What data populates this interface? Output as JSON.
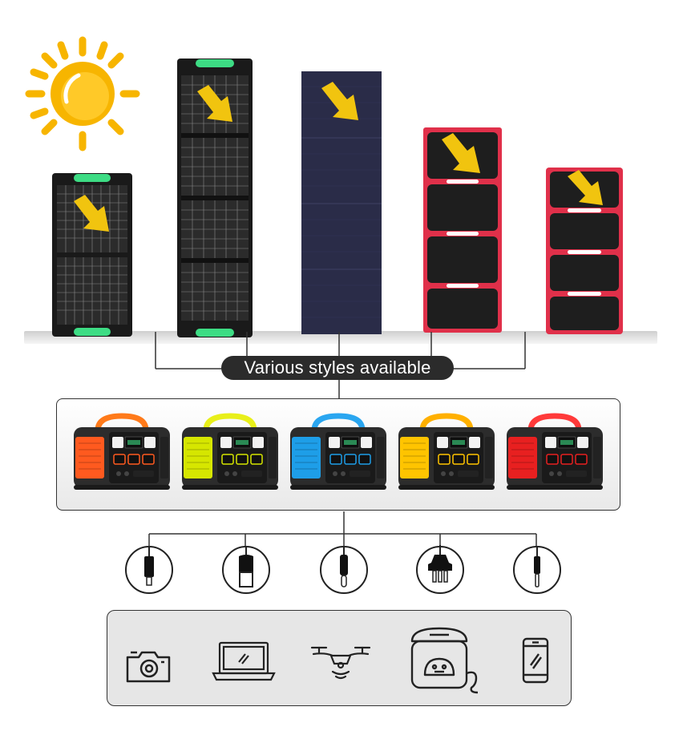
{
  "caption": {
    "text": "Various styles available"
  },
  "colors": {
    "sun": "#f7b500",
    "arrow": "#f1c40f",
    "panel_dark": "#1c1c1c",
    "panel_navy": "#2a2c48",
    "panel_red_frame": "#e0304a",
    "handle_green": "#3ddc84",
    "pill_bg": "#2b2b2b"
  },
  "solar_panels": [
    {
      "name": "two-fold-panel-green-handles",
      "style": "dark"
    },
    {
      "name": "four-fold-panel-green-handles",
      "style": "dark"
    },
    {
      "name": "navy-fabric-panel",
      "style": "navy"
    },
    {
      "name": "red-frame-panel-large",
      "style": "red"
    },
    {
      "name": "red-frame-panel-small",
      "style": "red"
    }
  ],
  "power_stations": [
    {
      "name": "orange-power-station",
      "accent": "#ff5a1f",
      "handle": "#ff7a1a"
    },
    {
      "name": "lime-power-station",
      "accent": "#d6e600",
      "handle": "#e8ef1a"
    },
    {
      "name": "blue-power-station",
      "accent": "#1e9ee8",
      "handle": "#2aa6f0"
    },
    {
      "name": "yellow-power-station",
      "accent": "#ffc400",
      "handle": "#ffb000"
    },
    {
      "name": "red-power-station",
      "accent": "#e82020",
      "handle": "#ff3a3a"
    }
  ],
  "connectors": [
    {
      "name": "dc-barrel-plug-icon"
    },
    {
      "name": "usb-a-plug-icon"
    },
    {
      "name": "usb-c-plug-icon"
    },
    {
      "name": "ac-wall-plug-icon"
    },
    {
      "name": "lightning-plug-icon"
    }
  ],
  "devices": [
    {
      "name": "camera-icon"
    },
    {
      "name": "laptop-icon"
    },
    {
      "name": "drone-icon"
    },
    {
      "name": "rice-cooker-icon"
    },
    {
      "name": "smartphone-icon"
    }
  ]
}
